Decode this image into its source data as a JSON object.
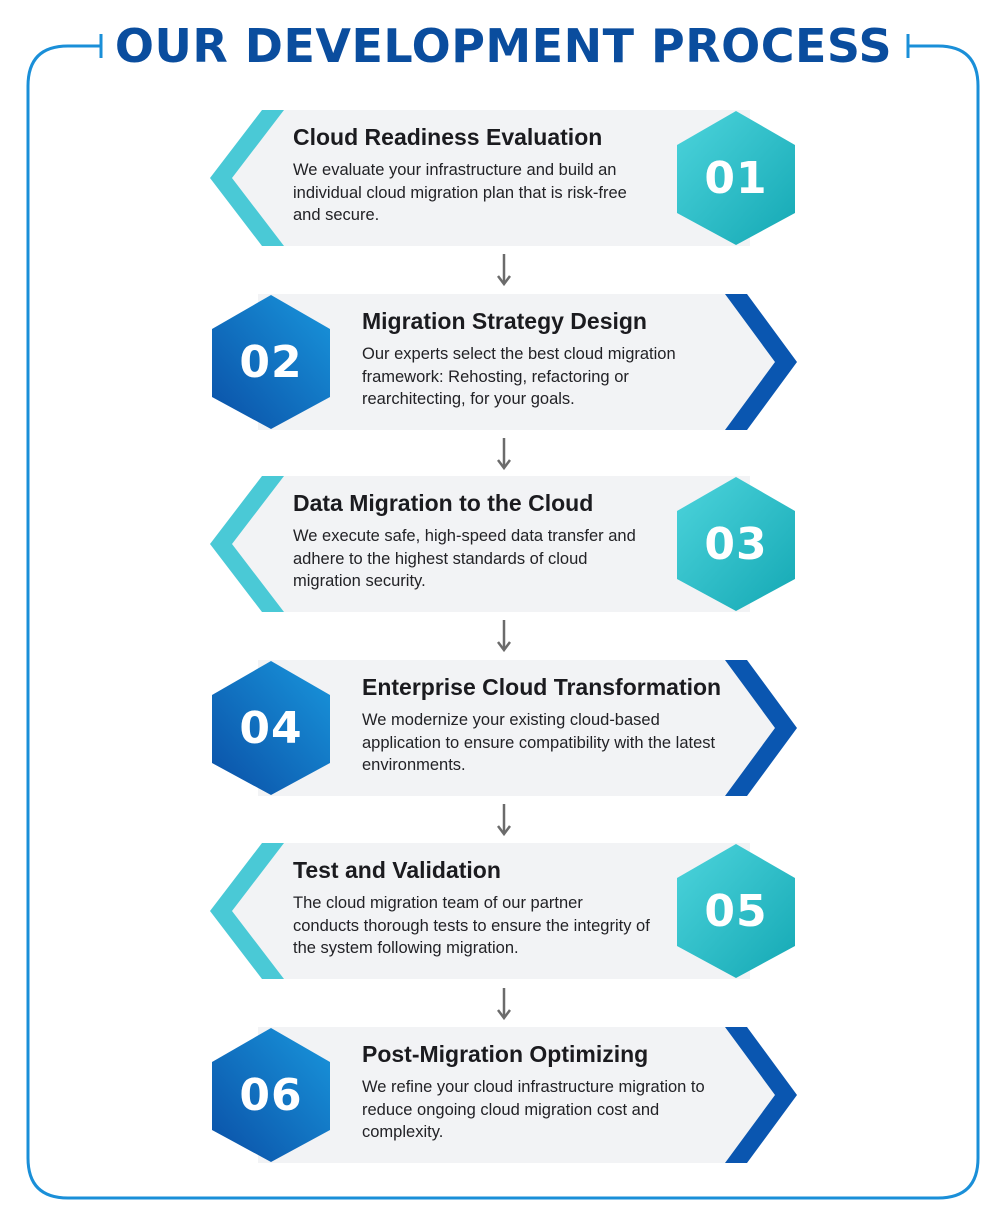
{
  "title": "OUR DEVELOPMENT PROCESS",
  "colors": {
    "frame": "#1a8fd8",
    "title": "#0a4d9e",
    "teal_light": "#4dd4dc",
    "teal_dark": "#14a8b4",
    "blue_light": "#1996dc",
    "blue_dark": "#0a4fa6",
    "card_bg": "#f2f3f5",
    "arrow": "#6b6b6b"
  },
  "steps": [
    {
      "number": "01",
      "title": "Cloud Readiness Evaluation",
      "description": "We evaluate your infrastructure and build an individual cloud migration plan that is risk-free and secure."
    },
    {
      "number": "02",
      "title": "Migration Strategy Design",
      "description": "Our experts select the best cloud migration framework: Rehosting, refactoring or rearchitecting, for your goals."
    },
    {
      "number": "03",
      "title": "Data Migration to the Cloud",
      "description": "We execute safe, high-speed data transfer and adhere to the highest standards of cloud migration security."
    },
    {
      "number": "04",
      "title": "Enterprise Cloud Transformation",
      "description": "We modernize your existing cloud-based application to ensure compatibility with the latest environments."
    },
    {
      "number": "05",
      "title": "Test and Validation",
      "description": "The cloud migration team of our partner conducts thorough tests to ensure the integrity of the system following migration."
    },
    {
      "number": "06",
      "title": "Post-Migration Optimizing",
      "description": "We refine your cloud infrastructure migration to reduce ongoing cloud migration cost and complexity."
    }
  ]
}
